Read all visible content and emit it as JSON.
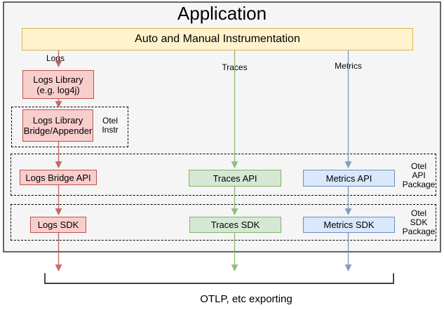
{
  "diagram": {
    "title": "Application",
    "instrumentation": "Auto and Manual Instrumentation",
    "signals": {
      "logs": "Logs",
      "traces": "Traces",
      "metrics": "Metrics"
    },
    "nodes": {
      "logs_library": "Logs Library\n(e.g. log4j)",
      "logs_bridge_appender": "Logs Library\nBridge/Appender",
      "logs_bridge_api": "Logs Bridge API",
      "traces_api": "Traces API",
      "metrics_api": "Metrics API",
      "logs_sdk": "Logs SDK",
      "traces_sdk": "Traces SDK",
      "metrics_sdk": "Metrics SDK"
    },
    "groups": {
      "otel_instr": "Otel\nInstr",
      "otel_api_package": "Otel\nAPI\nPackage",
      "otel_sdk_package": "Otel\nSDK\nPackage"
    },
    "exporting": "OTLP, etc exporting",
    "colors": {
      "app_fill": "#f5f5f5",
      "app_stroke": "#666666",
      "instrumentation_fill": "#fff2cc",
      "instrumentation_stroke": "#d6b656",
      "logs_fill": "#f8cecc",
      "logs_stroke": "#b85450",
      "traces_fill": "#d5e8d4",
      "traces_stroke": "#82b366",
      "metrics_fill": "#dae8fc",
      "metrics_stroke": "#6c8ebf",
      "group_border": "#000000"
    }
  }
}
